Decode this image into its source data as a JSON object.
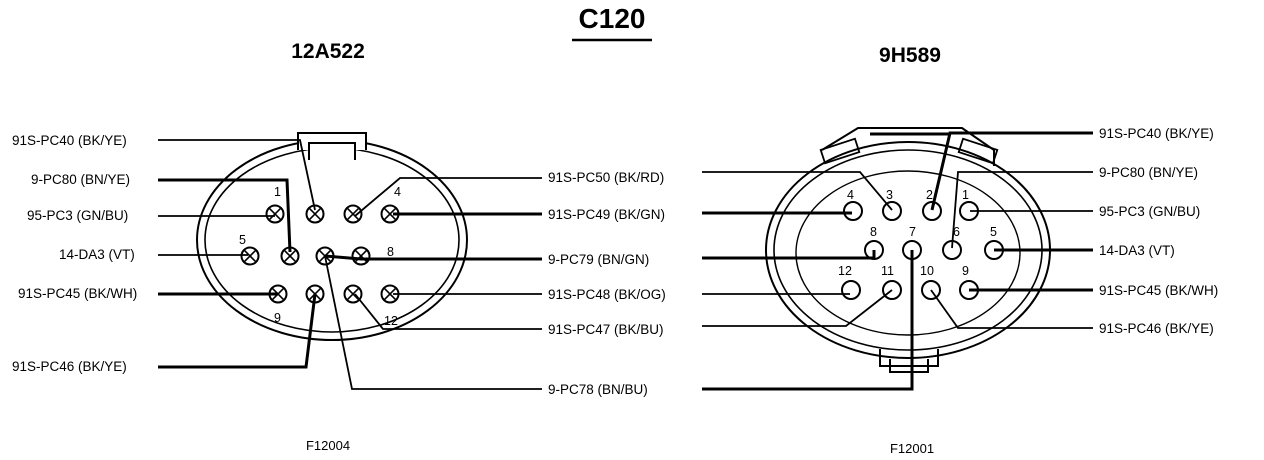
{
  "title": "C120",
  "left_connector": {
    "name": "12A522",
    "figure_id": "F12004",
    "pin_numbers": [
      "1",
      "4",
      "5",
      "8",
      "9",
      "12"
    ],
    "wires": {
      "pin1": "91S-PC40 (BK/YE)",
      "pin2": "9-PC80 (BN/YE)",
      "pin3": "95-PC3 (GN/BU)",
      "pin4": "14-DA3 (VT)",
      "pin5": "91S-PC45 (BK/WH)",
      "pin6": "91S-PC46 (BK/YE)",
      "pin7": "91S-PC50 (BK/RD)",
      "pin8": "91S-PC49 (BK/GN)",
      "pin9": "9-PC79 (BN/GN)",
      "pin10": "91S-PC48 (BK/OG)",
      "pin11": "91S-PC47 (BK/BU)",
      "pin12": "9-PC78 (BN/BU)"
    }
  },
  "right_connector": {
    "name": "9H589",
    "figure_id": "F12001",
    "pin_numbers": [
      "1",
      "2",
      "3",
      "4",
      "5",
      "6",
      "7",
      "8",
      "9",
      "10",
      "11",
      "12"
    ],
    "wires": {
      "pin1": "91S-PC40 (BK/YE)",
      "pin2": "9-PC80 (BN/YE)",
      "pin3": "95-PC3 (GN/BU)",
      "pin4": "14-DA3 (VT)",
      "pin5": "91S-PC45 (BK/WH)",
      "pin6": "91S-PC46 (BK/YE)"
    }
  }
}
